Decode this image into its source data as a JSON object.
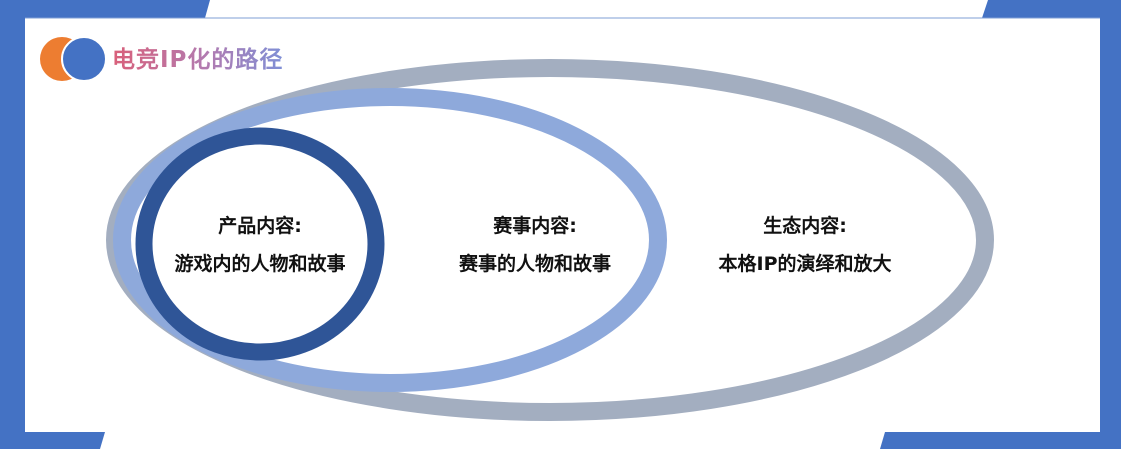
{
  "title": "电竞IP化的路径",
  "colors": {
    "frame_blue": "#4472c4",
    "outer_ring": "#a3aec0",
    "middle_ring": "#8ea9db",
    "inner_ring": "#2f5597",
    "logo_orange": "#ed7d31",
    "logo_blue": "#4472c4"
  },
  "diagram": {
    "type": "nested-ellipses",
    "layers": [
      {
        "id": "product",
        "heading": "产品内容:",
        "description": "游戏内的人物和故事"
      },
      {
        "id": "event",
        "heading": "赛事内容:",
        "description": "赛事的人物和故事"
      },
      {
        "id": "ecosystem",
        "heading": "生态内容:",
        "description": "本格IP的演绎和放大"
      }
    ]
  }
}
